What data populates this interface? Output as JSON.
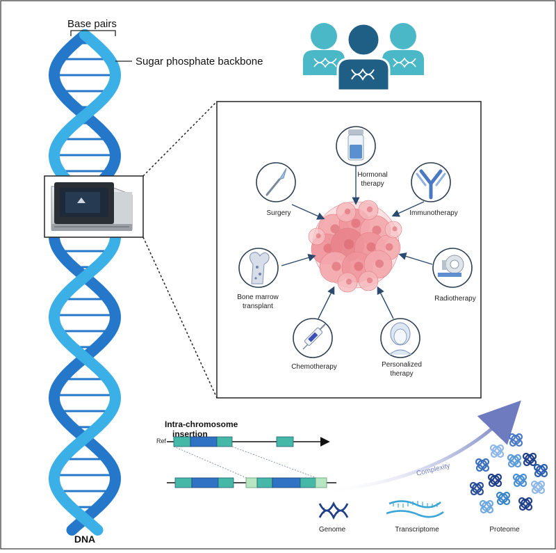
{
  "dna": {
    "base_pairs_label": "Base pairs",
    "backbone_label": "Sugar phosphate backbone",
    "dna_label": "DNA"
  },
  "treatments": {
    "hormonal_1": "Hormonal",
    "hormonal_2": "therapy",
    "surgery": "Surgery",
    "immunotherapy": "Immunotherapy",
    "bone_marrow_1": "Bone marrow",
    "bone_marrow_2": "transplant",
    "radiotherapy": "Radiotherapy",
    "chemotherapy": "Chemotherapy",
    "personalized_1": "Personalized",
    "personalized_2": "therapy"
  },
  "insertion": {
    "title_1": "Intra-chromosome",
    "title_2": "insertion",
    "ref_label": "Ref"
  },
  "omics": {
    "complexity_label": "Complexity",
    "genome": "Genome",
    "transcriptome": "Transcriptome",
    "proteome": "Proteome"
  },
  "colors": {
    "dna_light": "#3ab0e6",
    "dna_dark": "#2578c9",
    "people_light": "#4bb8c8",
    "people_dark": "#1f5e85",
    "tumor": "#f2a4a8",
    "segment_teal": "#45b8a8",
    "segment_blue": "#3073c4",
    "segment_light": "#b8e6c2"
  }
}
